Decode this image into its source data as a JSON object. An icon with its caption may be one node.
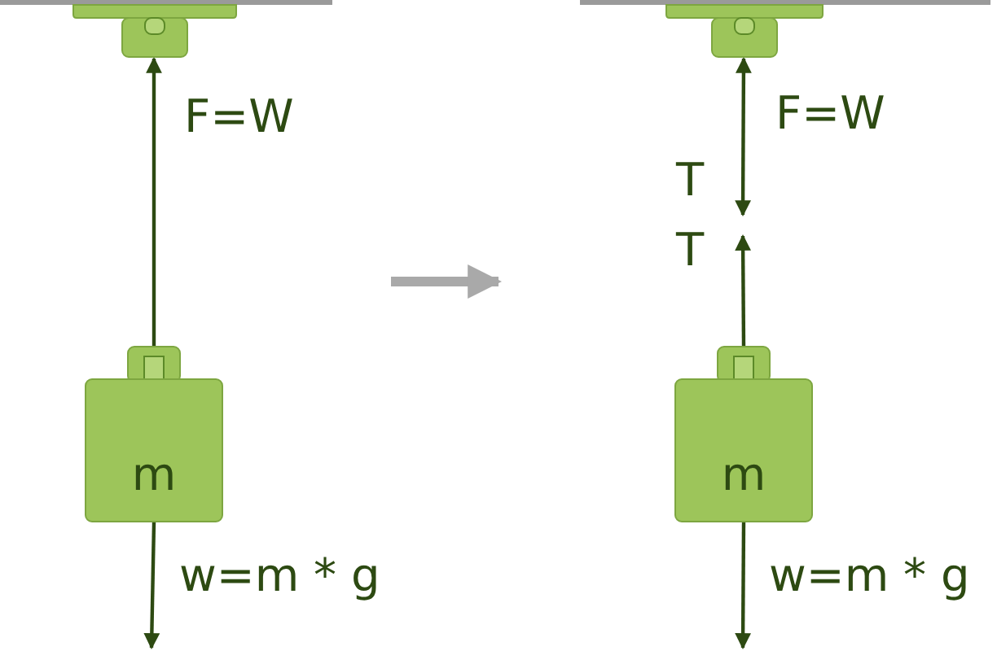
{
  "diagram": {
    "nodes": [
      {
        "text": [],
        "shape": "box"
      },
      {
        "text": [
          "m"
        ]
      },
      {
        "text": [],
        "shape": "box"
      },
      {
        "text": [
          "m"
        ]
      }
    ],
    "edges": [
      {
        "from": 1,
        "to": 0,
        "arrow": "to",
        "label": "F=W"
      },
      {
        "from": 1,
        "to": null,
        "arrow": "to",
        "label": "w=m * g"
      },
      {
        "from": null,
        "to": 2,
        "arrow": "both",
        "label": "F=W"
      },
      {
        "from": 3,
        "to": null,
        "arrow": "to",
        "label": "T"
      },
      {
        "from": 3,
        "to": null,
        "arrow": "to",
        "label": "w=m * g"
      }
    ],
    "labels": [
      "T"
    ]
  }
}
